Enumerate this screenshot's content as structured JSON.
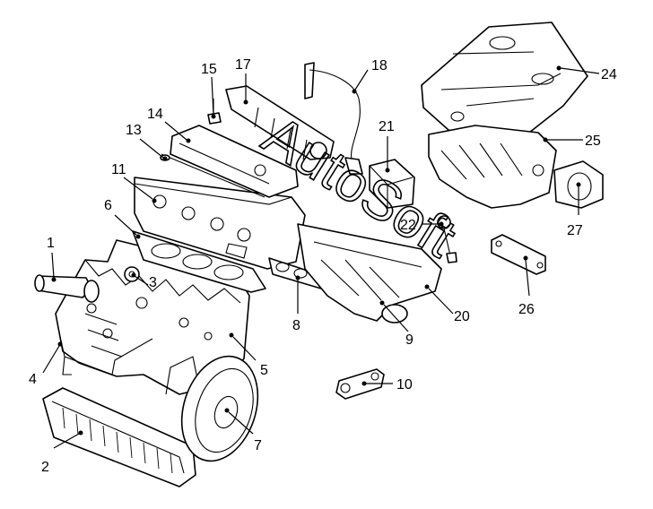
{
  "watermark": "AutoSoft",
  "callouts": [
    {
      "id": "1",
      "label": "1"
    },
    {
      "id": "2",
      "label": "2"
    },
    {
      "id": "3",
      "label": "3"
    },
    {
      "id": "4",
      "label": "4"
    },
    {
      "id": "5",
      "label": "5"
    },
    {
      "id": "6",
      "label": "6"
    },
    {
      "id": "7",
      "label": "7"
    },
    {
      "id": "8",
      "label": "8"
    },
    {
      "id": "9",
      "label": "9"
    },
    {
      "id": "10",
      "label": "10"
    },
    {
      "id": "11",
      "label": "11"
    },
    {
      "id": "13",
      "label": "13"
    },
    {
      "id": "14",
      "label": "14"
    },
    {
      "id": "15",
      "label": "15"
    },
    {
      "id": "17",
      "label": "17"
    },
    {
      "id": "18",
      "label": "18"
    },
    {
      "id": "20",
      "label": "20"
    },
    {
      "id": "21",
      "label": "21"
    },
    {
      "id": "22",
      "label": "22"
    },
    {
      "id": "24",
      "label": "24"
    },
    {
      "id": "25",
      "label": "25"
    },
    {
      "id": "26",
      "label": "26"
    },
    {
      "id": "27",
      "label": "27"
    }
  ]
}
